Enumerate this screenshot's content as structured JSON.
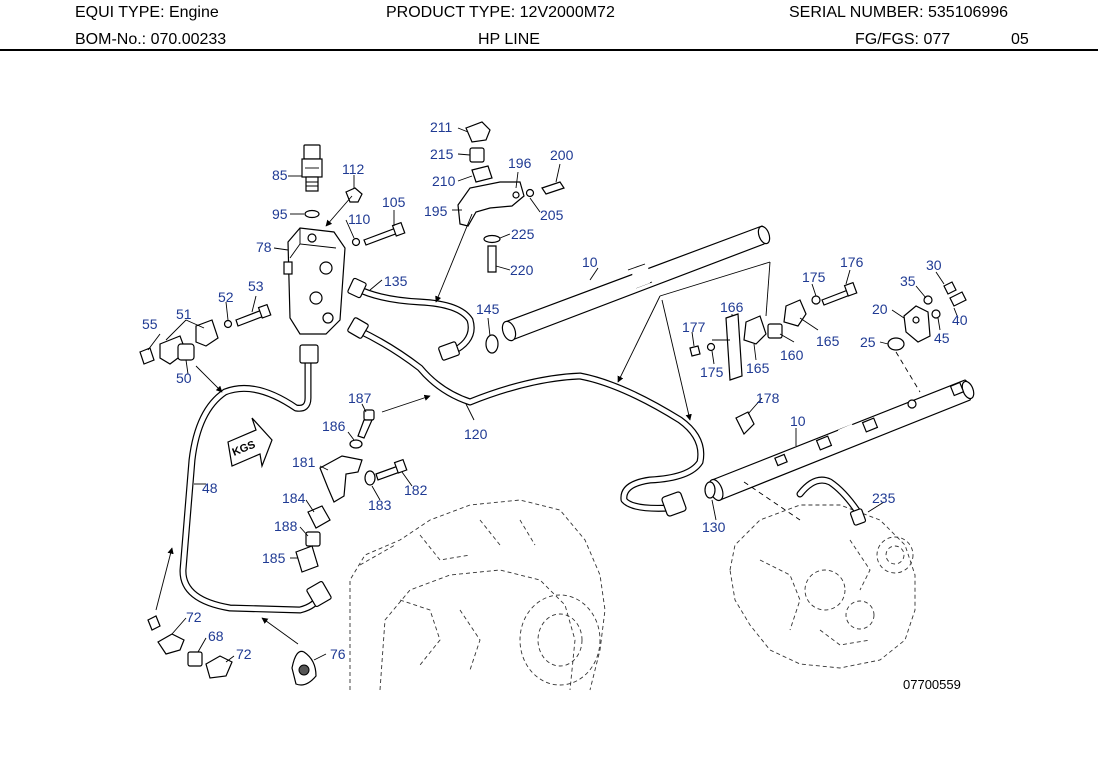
{
  "header": {
    "equi_type": "EQUI TYPE:  Engine",
    "product_type": "PRODUCT TYPE:  12V2000M72",
    "serial_number": "SERIAL NUMBER:  535106996",
    "bom_no": "BOM-No.:  070.00233",
    "group_title": "HP LINE",
    "fg_fgs": "FG/FGS:  077",
    "fg_sub": "05"
  },
  "diagram": {
    "drawing_number": "07700559",
    "kgs_label": "KGS",
    "part_labels": {
      "p211": "211",
      "p215": "215",
      "p210": "210",
      "p196": "196",
      "p200": "200",
      "p195": "195",
      "p205": "205",
      "p225": "225",
      "p220": "220",
      "p85": "85",
      "p112": "112",
      "p95": "95",
      "p110": "110",
      "p105": "105",
      "p78": "78",
      "p135": "135",
      "p10a": "10",
      "p176": "176",
      "p175a": "175",
      "p30": "30",
      "p35": "35",
      "p20": "20",
      "p40": "40",
      "p25": "25",
      "p45": "45",
      "p166": "166",
      "p177": "177",
      "p165a": "165",
      "p165b": "165",
      "p160": "160",
      "p175b": "175",
      "p145": "145",
      "p53": "53",
      "p52": "52",
      "p51": "51",
      "p55": "55",
      "p50": "50",
      "p187": "187",
      "p186": "186",
      "p120": "120",
      "p178": "178",
      "p10b": "10",
      "p181": "181",
      "p182": "182",
      "p183": "183",
      "p184": "184",
      "p188": "188",
      "p185": "185",
      "p48": "48",
      "p235": "235",
      "p130": "130",
      "p72a": "72",
      "p68": "68",
      "p72b": "72",
      "p76": "76"
    }
  }
}
